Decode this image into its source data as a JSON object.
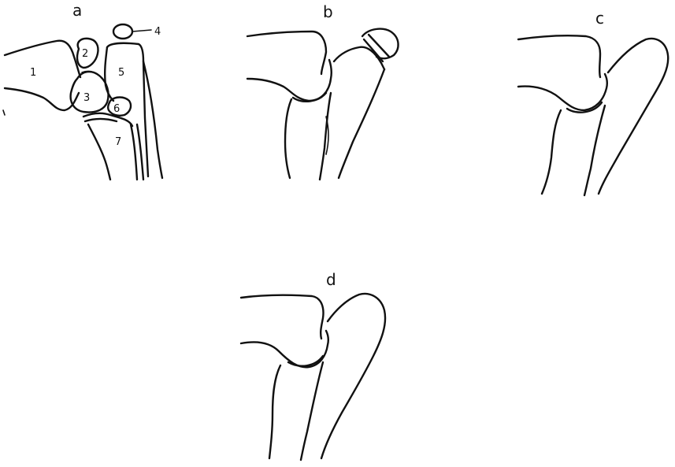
{
  "panels": {
    "a": {
      "label": "a",
      "parts": [
        "1",
        "2",
        "3",
        "4",
        "5",
        "6",
        "7"
      ]
    },
    "b": {
      "label": "b"
    },
    "c": {
      "label": "c"
    },
    "d": {
      "label": "d"
    }
  },
  "colors": {
    "ink": "#111111",
    "background": "#ffffff"
  }
}
